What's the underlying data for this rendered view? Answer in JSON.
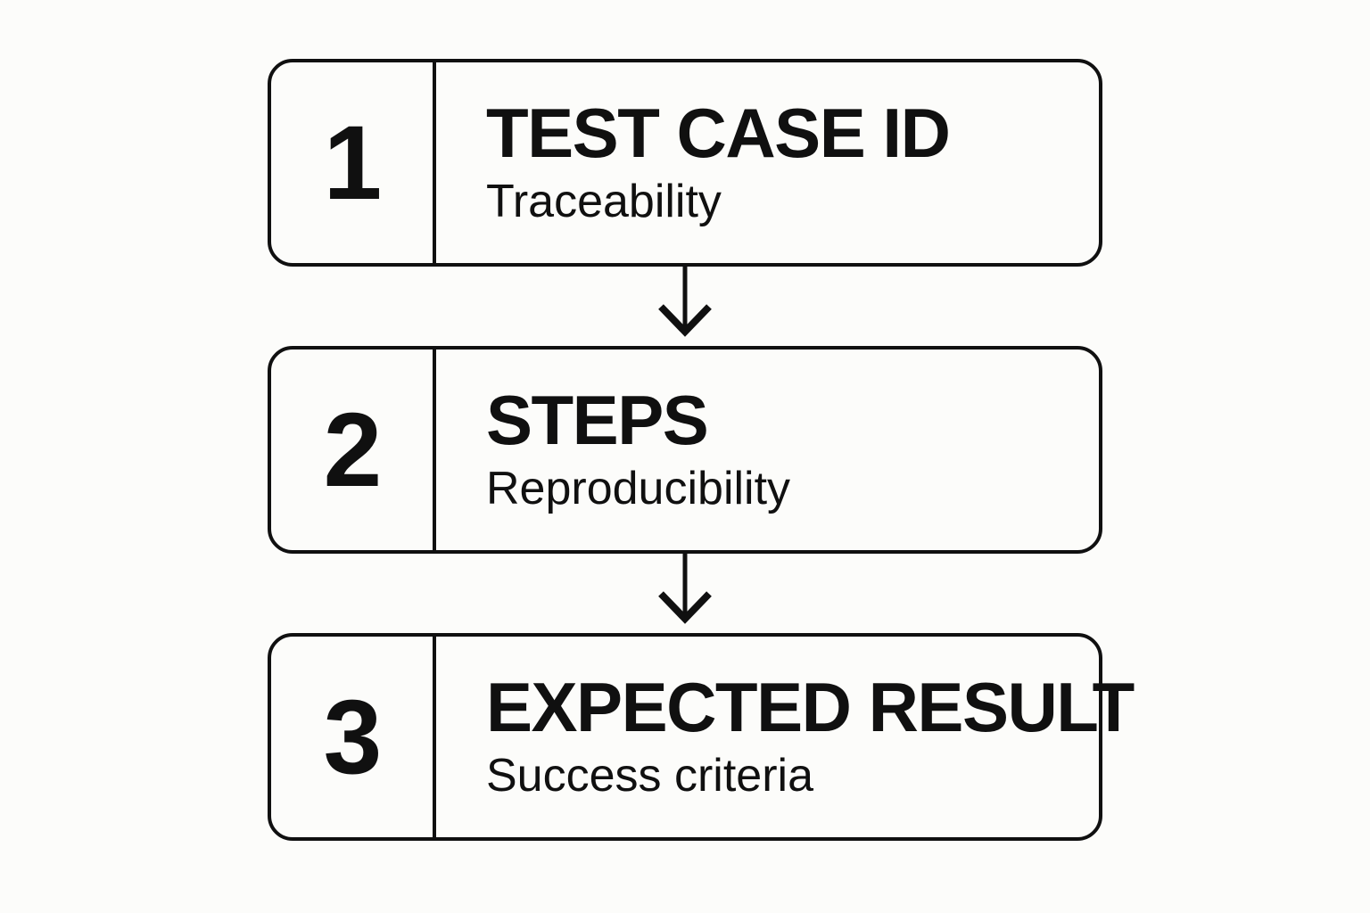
{
  "page": {
    "background": "#fcfcfa",
    "ink": "#101010"
  },
  "icons": {
    "connector": "arrow-down"
  },
  "steps": [
    {
      "number": "1",
      "title": "TEST CASE ID",
      "subtitle": "Traceability"
    },
    {
      "number": "2",
      "title": "STEPS",
      "subtitle": "Reproducibility"
    },
    {
      "number": "3",
      "title": "EXPECTED RESULT",
      "subtitle": "Success criteria"
    }
  ]
}
